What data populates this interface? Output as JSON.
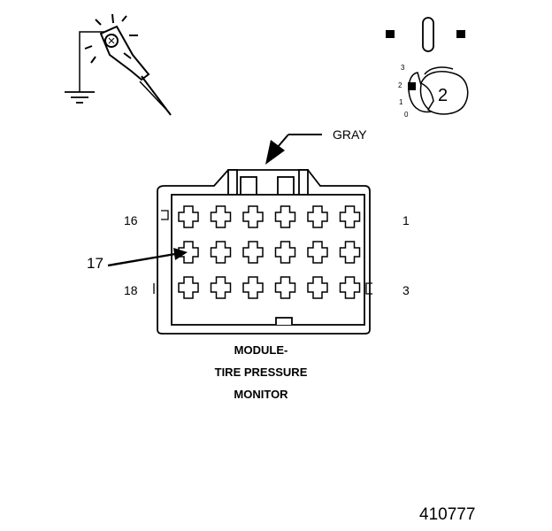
{
  "connector": {
    "color_label": "GRAY",
    "pin_labels": {
      "top_left": "16",
      "top_right": "1",
      "bottom_left": "18",
      "bottom_right": "3",
      "callout": "17"
    },
    "rows": 3,
    "columns": 6
  },
  "title": {
    "line1": "MODULE-",
    "line2": "TIRE PRESSURE",
    "line3": "MONITOR"
  },
  "ignition": {
    "positions": [
      "3",
      "2",
      "1",
      "0"
    ],
    "selected": "2"
  },
  "figure_id": "410777",
  "icons": {
    "probe": "test-probe-icon",
    "ground": "ground-icon",
    "key": "ignition-key-icon",
    "switch": "ignition-switch-icon"
  }
}
